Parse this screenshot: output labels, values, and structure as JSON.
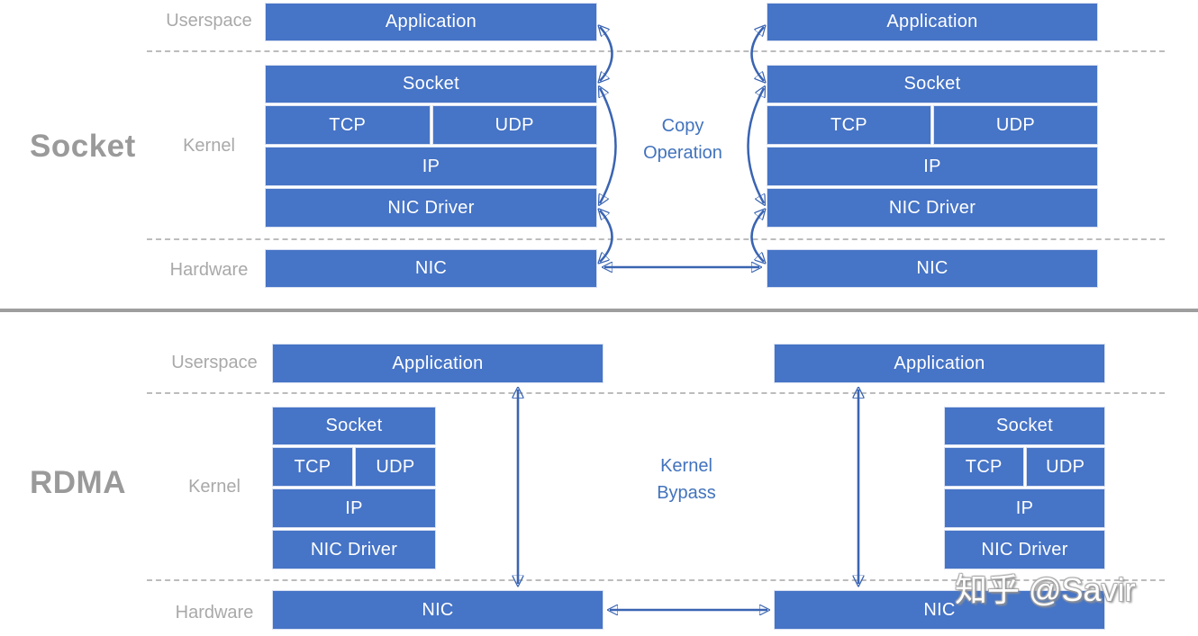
{
  "watermark": "知乎 @Savir",
  "colors": {
    "box_blue": "#4674c6",
    "arrow_blue": "#3a64b2",
    "label_gray": "#a9a9a9",
    "title_gray": "#9a9a9a",
    "annotation_blue": "#4273bd"
  },
  "sections": {
    "socket": {
      "title": "Socket",
      "layers": {
        "userspace": "Userspace",
        "kernel": "Kernel",
        "hardware": "Hardware"
      },
      "annotation": {
        "line1": "Copy",
        "line2": "Operation"
      },
      "left_stack": {
        "application": "Application",
        "socket": "Socket",
        "tcp": "TCP",
        "udp": "UDP",
        "ip": "IP",
        "nic_driver": "NIC Driver",
        "nic": "NIC"
      },
      "right_stack": {
        "application": "Application",
        "socket": "Socket",
        "tcp": "TCP",
        "udp": "UDP",
        "ip": "IP",
        "nic_driver": "NIC Driver",
        "nic": "NIC"
      }
    },
    "rdma": {
      "title": "RDMA",
      "layers": {
        "userspace": "Userspace",
        "kernel": "Kernel",
        "hardware": "Hardware"
      },
      "annotation": {
        "line1": "Kernel",
        "line2": "Bypass"
      },
      "left_stack": {
        "application": "Application",
        "socket": "Socket",
        "tcp": "TCP",
        "udp": "UDP",
        "ip": "IP",
        "nic_driver": "NIC Driver",
        "nic": "NIC"
      },
      "right_stack": {
        "application": "Application",
        "socket": "Socket",
        "tcp": "TCP",
        "udp": "UDP",
        "ip": "IP",
        "nic_driver": "NIC Driver",
        "nic": "NIC"
      }
    }
  }
}
